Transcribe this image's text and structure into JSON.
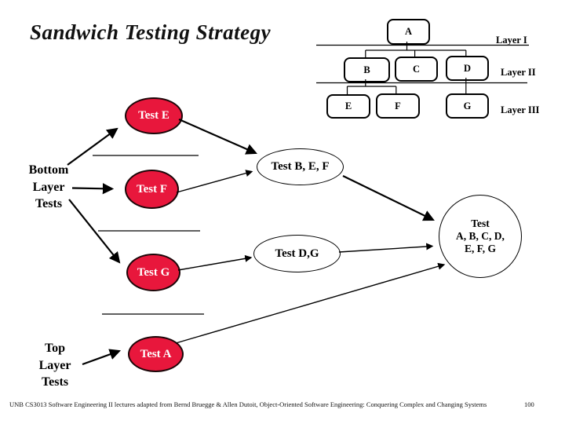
{
  "slide": {
    "title": "Sandwich Testing Strategy",
    "footer_text": "UNB CS3013 Software Engineering II lectures adapted from Bernd Bruegge & Allen Dutoit, Object-Oriented Software Engineering: Conquering Complex and Changing Systems",
    "page_number": "100"
  },
  "colors": {
    "test_node_red": "#e8173c",
    "line_black": "#000000",
    "node_text_white": "#ffffff",
    "background": "#ffffff"
  },
  "hierarchy": {
    "nodes": {
      "a": "A",
      "b": "B",
      "c": "C",
      "d": "D",
      "e": "E",
      "f": "F",
      "g": "G"
    },
    "layers": {
      "layer1": "Layer I",
      "layer2": "Layer II",
      "layer3": "Layer III"
    }
  },
  "labels": {
    "bottom_layer": [
      "Bottom",
      "Layer",
      "Tests"
    ],
    "top_layer": [
      "Top",
      "Layer",
      "Tests"
    ]
  },
  "tests": {
    "e": "Test E",
    "f": "Test F",
    "g": "Test G",
    "a": "Test A",
    "bef": "Test B, E, F",
    "dg": "Test D,G",
    "all": [
      "Test",
      "A, B, C, D,",
      "E, F, G"
    ]
  }
}
